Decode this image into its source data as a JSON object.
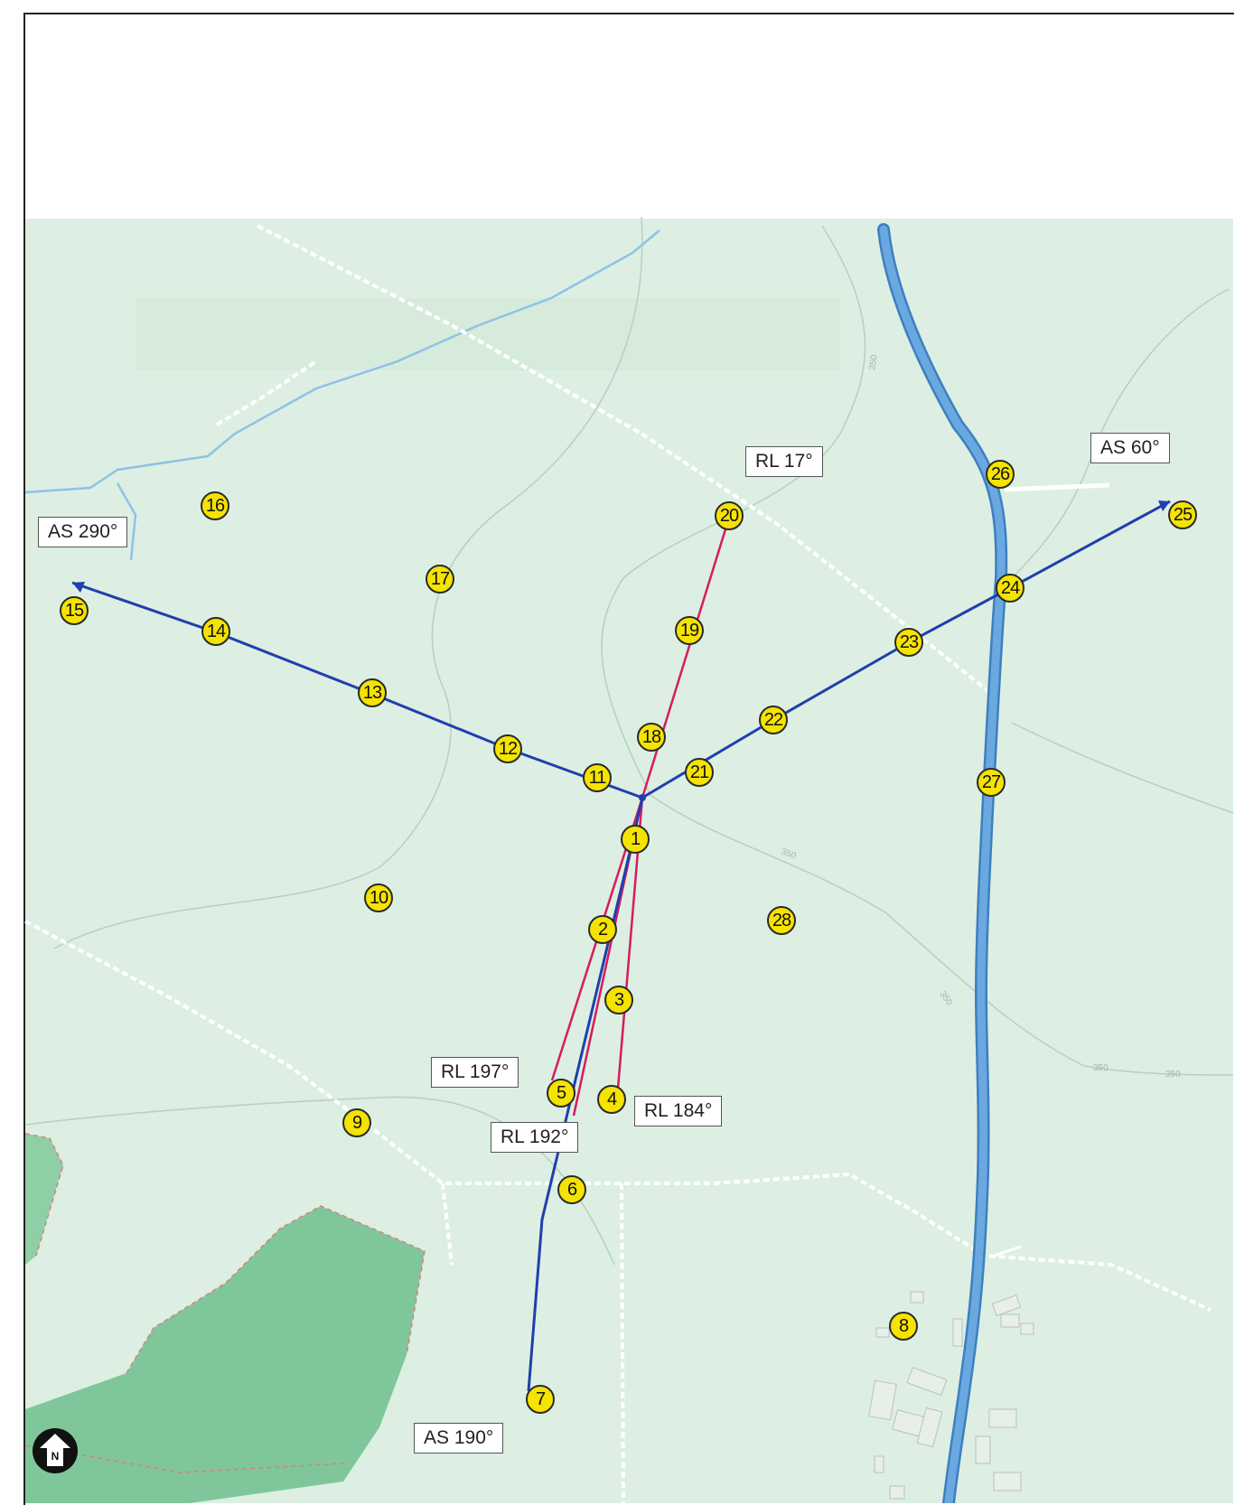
{
  "bearing_labels": [
    {
      "id": "rl17",
      "text": "RL 17°"
    },
    {
      "id": "as60",
      "text": "AS 60°"
    },
    {
      "id": "as290",
      "text": "AS 290°"
    },
    {
      "id": "rl197",
      "text": "RL 197°"
    },
    {
      "id": "rl184",
      "text": "RL 184°"
    },
    {
      "id": "rl192",
      "text": "RL 192°"
    },
    {
      "id": "as190",
      "text": "AS 190°"
    }
  ],
  "markers": [
    "1",
    "2",
    "3",
    "4",
    "5",
    "6",
    "7",
    "8",
    "9",
    "10",
    "11",
    "12",
    "13",
    "14",
    "15",
    "16",
    "17",
    "18",
    "19",
    "20",
    "21",
    "22",
    "23",
    "24",
    "25",
    "26",
    "27",
    "28"
  ],
  "north_arrow": {
    "letter": "N"
  },
  "contour_labels": [
    "350",
    "350",
    "350",
    "350",
    "350"
  ],
  "colors": {
    "map_background": "#dcefe2",
    "forest": "#7fc79a",
    "road": "#5b9bd8",
    "arterial_series": "#1f3fae",
    "radial_series": "#d81b60",
    "marker_fill": "#f5e300"
  }
}
